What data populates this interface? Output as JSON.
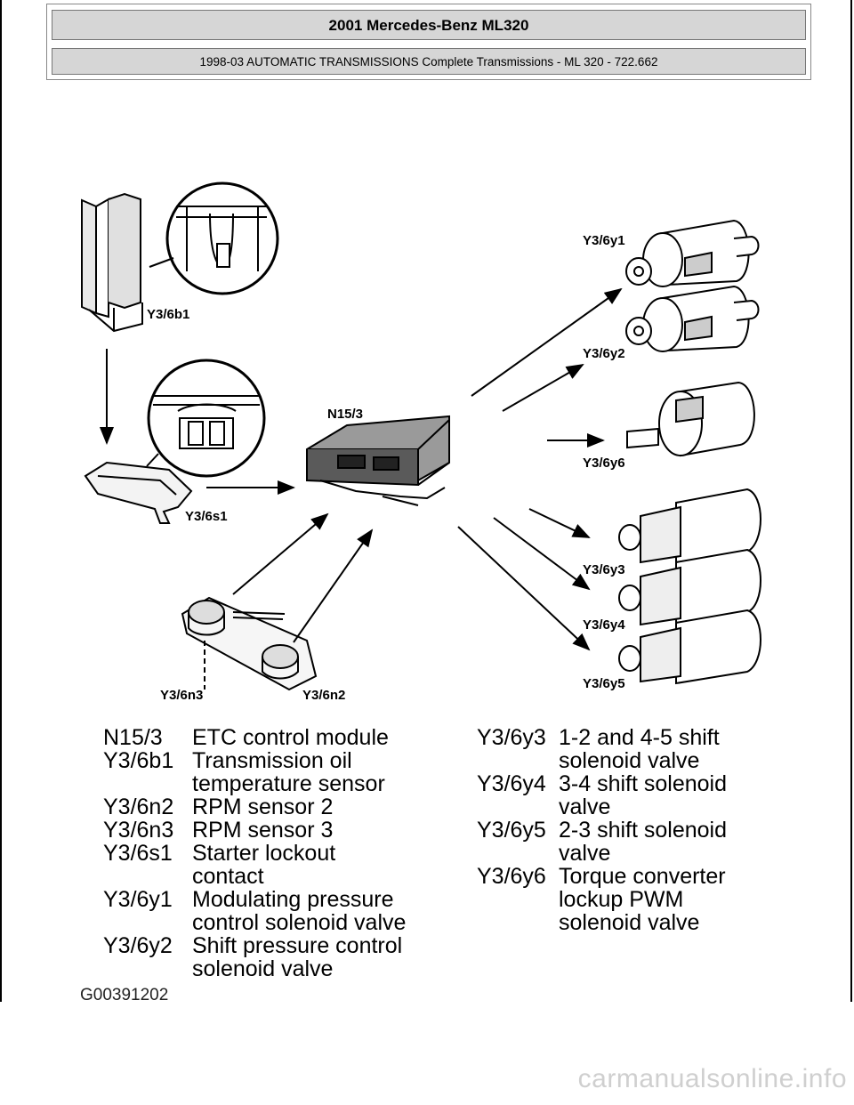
{
  "header": {
    "title": "2001 Mercedes-Benz ML320",
    "subtitle": "1998-03 AUTOMATIC TRANSMISSIONS Complete Transmissions - ML 320 - 722.662"
  },
  "diagram": {
    "labels": {
      "y3_6b1": "Y3/6b1",
      "y3_6s1": "Y3/6s1",
      "y3_6n3": "Y3/6n3",
      "y3_6n2": "Y3/6n2",
      "n15_3": "N15/3",
      "y3_6y1": "Y3/6y1",
      "y3_6y2": "Y3/6y2",
      "y3_6y6": "Y3/6y6",
      "y3_6y3": "Y3/6y3",
      "y3_6y4": "Y3/6y4",
      "y3_6y5": "Y3/6y5"
    }
  },
  "legend_left": [
    {
      "code": "N15/3",
      "desc": "ETC control module"
    },
    {
      "code": "Y3/6b1",
      "desc": "Transmission oil"
    },
    {
      "code": "",
      "desc": "temperature sensor"
    },
    {
      "code": "Y3/6n2",
      "desc": "RPM sensor 2"
    },
    {
      "code": "Y3/6n3",
      "desc": "RPM sensor 3"
    },
    {
      "code": "Y3/6s1",
      "desc": "Starter lockout"
    },
    {
      "code": "",
      "desc": "contact"
    },
    {
      "code": "Y3/6y1",
      "desc": "Modulating pressure"
    },
    {
      "code": "",
      "desc": "control solenoid valve"
    },
    {
      "code": "Y3/6y2",
      "desc": "Shift pressure control"
    },
    {
      "code": "",
      "desc": "solenoid valve"
    }
  ],
  "legend_right": [
    {
      "code": "Y3/6y3",
      "desc": "1-2 and 4-5 shift"
    },
    {
      "code": "",
      "desc": "solenoid valve"
    },
    {
      "code": "Y3/6y4",
      "desc": "3-4 shift solenoid"
    },
    {
      "code": "",
      "desc": "valve"
    },
    {
      "code": "Y3/6y5",
      "desc": "2-3 shift solenoid"
    },
    {
      "code": "",
      "desc": "valve"
    },
    {
      "code": "Y3/6y6",
      "desc": "Torque converter"
    },
    {
      "code": "",
      "desc": "lockup PWM"
    },
    {
      "code": "",
      "desc": "solenoid valve"
    }
  ],
  "figure_id": "G00391202",
  "watermark": "carmanualsonline.info"
}
